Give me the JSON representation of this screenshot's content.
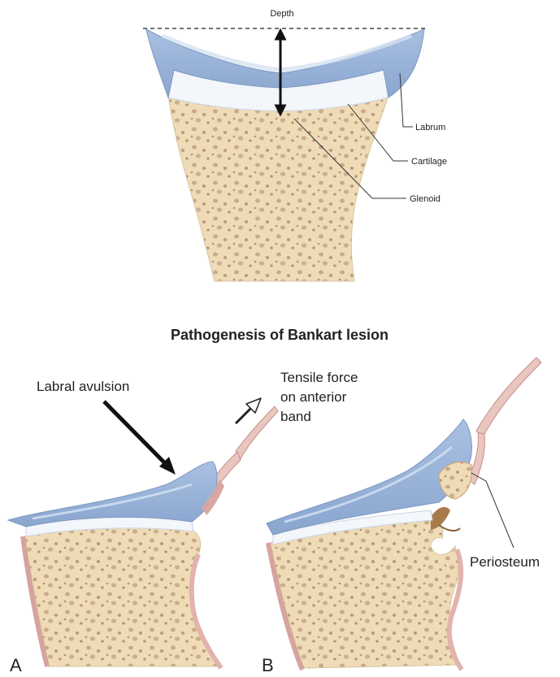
{
  "top_figure": {
    "depth_label": "Depth",
    "labrum_label": "Labrum",
    "cartilage_label": "Cartilage",
    "glenoid_label": "Glenoid"
  },
  "bottom_section": {
    "title": "Pathogenesis of Bankart lesion",
    "labral_avulsion_label": "Labral avulsion",
    "tensile_force_lines": [
      "Tensile force",
      "on anterior",
      "band"
    ],
    "periosteum_label": "Periosteum",
    "panel_a_letter": "A",
    "panel_b_letter": "B"
  },
  "colors": {
    "labrum_blue": "#9fb8dc",
    "labrum_light": "#d3e0f1",
    "cartilage_white": "#f3f6fa",
    "bone_beige": "#efdcb7",
    "bone_pore": "#b99c7e",
    "periosteum_pink": "#e9c6c0",
    "periosteum_edge": "#c98e88",
    "arrow_black": "#111111"
  }
}
